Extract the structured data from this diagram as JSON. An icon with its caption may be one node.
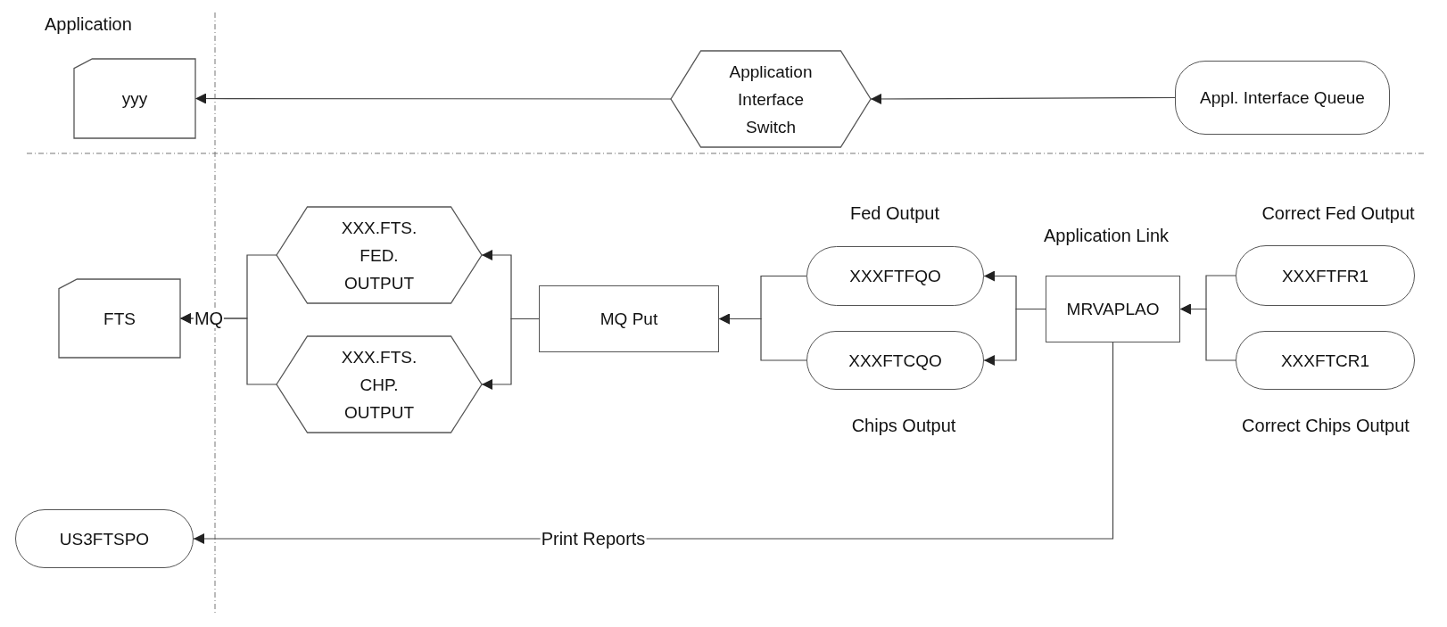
{
  "diagram": {
    "nodes": [
      {
        "text": [
          "yyy"
        ]
      },
      {
        "text": [
          "Application Interface Switch"
        ]
      },
      {
        "text": [
          "Appl. Interface Queue"
        ]
      },
      {
        "text": [
          "FTS"
        ]
      },
      {
        "text": [
          "XXX.FTS. FED. OUTPUT"
        ]
      },
      {
        "text": [
          "XXX.FTS. CHP. OUTPUT"
        ]
      },
      {
        "text": [
          "MQ Put"
        ]
      },
      {
        "text": [
          "XXXFTFQO"
        ],
        "beside": [
          "Fed Output"
        ]
      },
      {
        "text": [
          "XXXFTCQO"
        ],
        "beside": [
          "Chips Output"
        ]
      },
      {
        "text": [
          "MRVAPLAO"
        ],
        "beside": [
          "Application Link"
        ]
      },
      {
        "text": [
          "XXXFTFR1"
        ],
        "beside": [
          "Correct Fed Output"
        ]
      },
      {
        "text": [
          "XXXFTCR1"
        ],
        "beside": [
          "Correct Chips Output"
        ]
      },
      {
        "text": [
          "US3FTSPO"
        ]
      }
    ],
    "edges": [
      {
        "from": 2,
        "to": 1,
        "arrow": "to"
      },
      {
        "from": 1,
        "to": 0,
        "arrow": "to"
      },
      {
        "from": 10,
        "to": 9,
        "arrow": "to"
      },
      {
        "from": 11,
        "to": 9,
        "arrow": "to"
      },
      {
        "from": 9,
        "to": 7,
        "arrow": "to"
      },
      {
        "from": 9,
        "to": 8,
        "arrow": "to"
      },
      {
        "from": 7,
        "to": 6,
        "arrow": "to"
      },
      {
        "from": 8,
        "to": 6,
        "arrow": "to"
      },
      {
        "from": 6,
        "to": 4,
        "arrow": "to"
      },
      {
        "from": 6,
        "to": 5,
        "arrow": "to"
      },
      {
        "from": 4,
        "to": 3,
        "arrow": "to",
        "label": "MQ"
      },
      {
        "from": 5,
        "to": 3,
        "arrow": "to"
      },
      {
        "from": 9,
        "to": 12,
        "arrow": "to",
        "label": "Print Reports"
      }
    ],
    "labels": [
      "Application"
    ]
  }
}
